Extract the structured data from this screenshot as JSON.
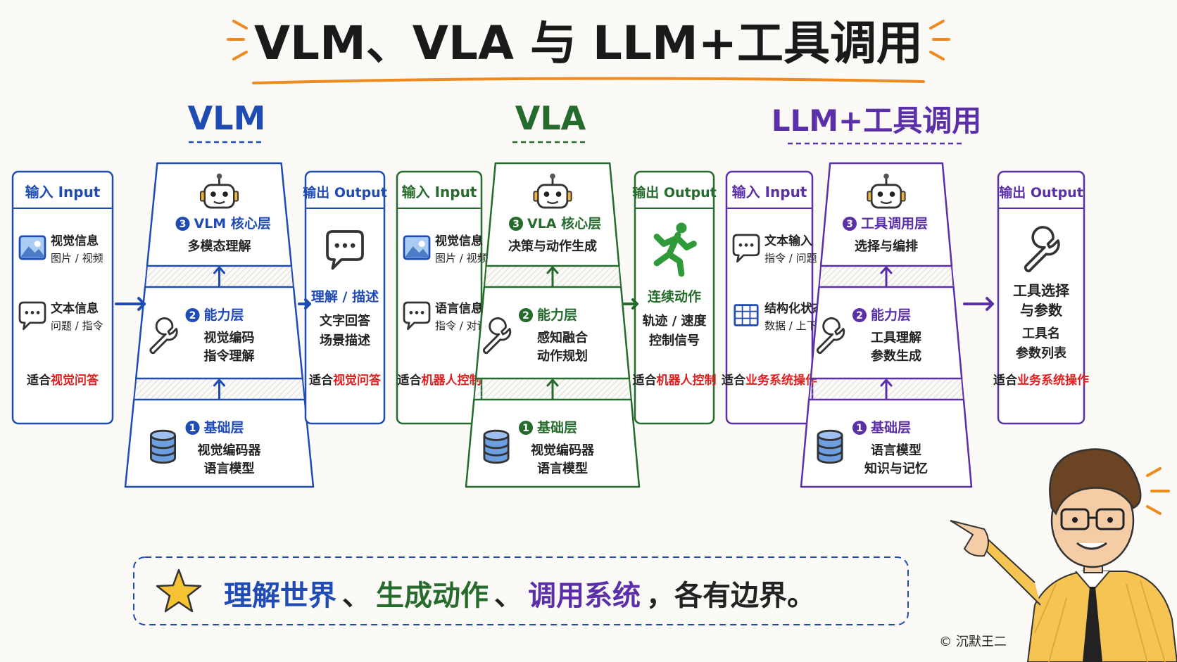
{
  "title": "VLM、VLA 与 LLM+工具调用",
  "colors": {
    "vlm": "#1f4bb5",
    "vla": "#256b2c",
    "llm": "#5b2fa8",
    "accent": "#ee8a1f",
    "highlight": "#e02020",
    "star": "#f5c233"
  },
  "panels": [
    {
      "id": "vlm",
      "heading": "VLM",
      "input": {
        "title": "输入 Input",
        "items": [
          {
            "icon": "image-icon",
            "line1": "视觉信息",
            "line2": "图片 / 视频"
          },
          {
            "icon": "chat-icon",
            "line1": "文本信息",
            "line2": "问题 / 指令"
          }
        ],
        "fit_prefix": "适合",
        "fit_highlight": "视觉问答"
      },
      "layers": [
        {
          "num": "3",
          "name": "VLM 核心层",
          "lines": [
            "多模态理解"
          ],
          "icon": "robot-icon"
        },
        {
          "num": "2",
          "name": "能力层",
          "lines": [
            "视觉编码",
            "指令理解"
          ],
          "icon": "wrench-icon"
        },
        {
          "num": "1",
          "name": "基础层",
          "lines": [
            "视觉编码器",
            "语言模型"
          ],
          "icon": "database-icon"
        }
      ],
      "output": {
        "title": "输出 Output",
        "icon": "speech-bubble-icon",
        "head": "理解 / 描述",
        "lines": [
          "文字回答",
          "场景描述"
        ],
        "fit_prefix": "适合",
        "fit_highlight": "视觉问答"
      }
    },
    {
      "id": "vla",
      "heading": "VLA",
      "input": {
        "title": "输入 Input",
        "items": [
          {
            "icon": "image-icon",
            "line1": "视觉信息",
            "line2": "图片 / 视频"
          },
          {
            "icon": "chat-icon",
            "line1": "语言信息",
            "line2": "指令 / 对话"
          }
        ],
        "fit_prefix": "适合",
        "fit_highlight": "机器人控制"
      },
      "layers": [
        {
          "num": "3",
          "name": "VLA 核心层",
          "lines": [
            "决策与动作生成"
          ],
          "icon": "robot-icon"
        },
        {
          "num": "2",
          "name": "能力层",
          "lines": [
            "感知融合",
            "动作规划"
          ],
          "icon": "wrench-icon"
        },
        {
          "num": "1",
          "name": "基础层",
          "lines": [
            "视觉编码器",
            "语言模型"
          ],
          "icon": "database-icon"
        }
      ],
      "output": {
        "title": "输出 Output",
        "icon": "running-person-icon",
        "head": "连续动作",
        "lines": [
          "轨迹 / 速度",
          "控制信号"
        ],
        "fit_prefix": "适合",
        "fit_highlight": "机器人控制"
      }
    },
    {
      "id": "llm",
      "heading": "LLM+工具调用",
      "input": {
        "title": "输入 Input",
        "items": [
          {
            "icon": "chat-icon",
            "line1": "文本输入",
            "line2": "指令 / 问题"
          },
          {
            "icon": "table-icon",
            "line1": "结构化状态",
            "line2": "数据 / 上下文"
          }
        ],
        "fit_prefix": "适合",
        "fit_highlight": "业务系统操作"
      },
      "layers": [
        {
          "num": "3",
          "name": "工具调用层",
          "lines": [
            "选择与编排"
          ],
          "icon": "robot-icon"
        },
        {
          "num": "2",
          "name": "能力层",
          "lines": [
            "工具理解",
            "参数生成"
          ],
          "icon": "wrench-icon"
        },
        {
          "num": "1",
          "name": "基础层",
          "lines": [
            "语言模型",
            "知识与记忆"
          ],
          "icon": "database-icon"
        }
      ],
      "output": {
        "title": "输出 Output",
        "icon": "wrench-icon",
        "head": "工具选择",
        "head2": "与参数",
        "lines": [
          "工具名",
          "参数列表"
        ],
        "fit_prefix": "适合",
        "fit_highlight": "业务系统操作"
      }
    }
  ],
  "summary": {
    "parts": [
      {
        "text": "理解世界",
        "color": "vlm"
      },
      {
        "text": "、",
        "color": "plain"
      },
      {
        "text": "生成动作",
        "color": "vla"
      },
      {
        "text": "、",
        "color": "plain"
      },
      {
        "text": "调用系统",
        "color": "llm"
      },
      {
        "text": "，各有边界。",
        "color": "plain"
      }
    ]
  },
  "credit": "© 沉默王二"
}
